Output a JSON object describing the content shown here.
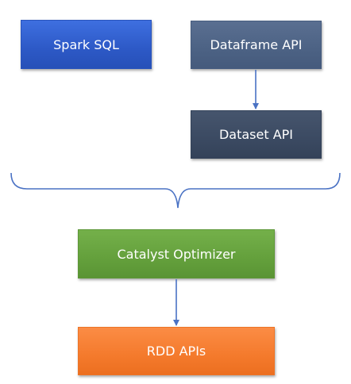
{
  "diagram": {
    "nodes": {
      "spark_sql": "Spark SQL",
      "dataframe_api": "Dataframe API",
      "dataset_api": "Dataset API",
      "catalyst_optimizer": "Catalyst Optimizer",
      "rdd_apis": "RDD APIs"
    },
    "edges": [
      {
        "from": "Dataframe API",
        "to": "Dataset API"
      },
      {
        "from": "Spark SQL + Dataset API (brace)",
        "to": "Catalyst Optimizer"
      },
      {
        "from": "Catalyst Optimizer",
        "to": "RDD APIs"
      }
    ],
    "colors": {
      "spark_sql": "#2d59c6",
      "dataframe_api": "#4c6284",
      "dataset_api": "#3b4a62",
      "catalyst_optimizer": "#64a03c",
      "rdd_apis": "#f47a2c",
      "connector": "#4a72c4"
    }
  }
}
